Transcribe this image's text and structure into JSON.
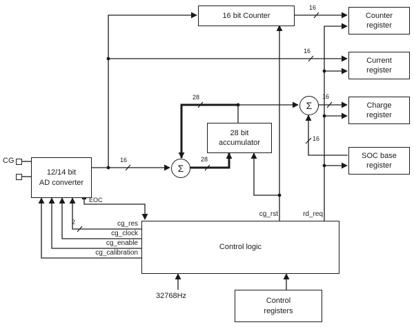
{
  "blocks": {
    "counter": "16 bit Counter",
    "counter_register": "Counter\nregister",
    "current_register": "Current\nregister",
    "charge_register": "Charge\nregister",
    "soc_base_register": "SOC base\nregister",
    "accumulator": "28 bit\naccumulator",
    "ad_converter": "12/14 bit\nAD converter",
    "control_logic": "Control logic",
    "control_registers": "Control\nregisters",
    "sigma_symbol": "Σ"
  },
  "signals": {
    "cg": "CG",
    "eoc": "EOC",
    "cg_res": "cg_res",
    "cg_clock": "cg_clock",
    "cg_enable": "cg_enable",
    "cg_calibration": "cg_calibration",
    "cg_rst": "cg_rst",
    "rd_req": "rd_req",
    "clock": "32768Hz"
  },
  "bus_widths": {
    "b16": "16",
    "b28": "28",
    "b2": "2"
  },
  "colors": {
    "line": "#1a1a1a",
    "background": "#ffffff"
  }
}
